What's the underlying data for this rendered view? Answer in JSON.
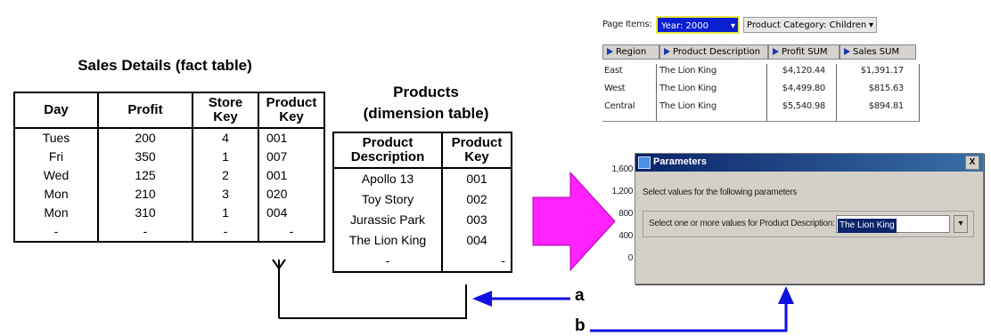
{
  "sales": {
    "title": "Sales Details (fact table)",
    "headers": [
      "Day",
      "Profit",
      "Store Key",
      "Product Key"
    ],
    "rows": [
      [
        "Tues",
        "200",
        "4",
        "001"
      ],
      [
        "Fri",
        "350",
        "1",
        "007"
      ],
      [
        "Wed",
        "125",
        "2",
        "001"
      ],
      [
        "Mon",
        "210",
        "3",
        "020"
      ],
      [
        "Mon",
        "310",
        "1",
        "004"
      ],
      [
        "-",
        "-",
        "-",
        "-"
      ]
    ]
  },
  "products": {
    "title_line1": "Products",
    "title_line2": "(dimension table)",
    "headers": [
      "Product Description",
      "Product Key"
    ],
    "rows": [
      [
        "Apollo 13",
        "001"
      ],
      [
        "Toy Story",
        "002"
      ],
      [
        "Jurassic Park",
        "003"
      ],
      [
        "The Lion King",
        "004"
      ],
      [
        "-",
        "-"
      ]
    ]
  },
  "labels": {
    "a": "a",
    "b": "b"
  },
  "report": {
    "page_items_label": "Page Items:",
    "year_filter": "Year: 2000",
    "category_filter": "Product Category: Children",
    "columns": [
      "Region",
      "Product Description",
      "Profit SUM",
      "Sales SUM"
    ],
    "rows": [
      [
        "East",
        "The Lion King",
        "$4,120.44",
        "$1,391.17"
      ],
      [
        "West",
        "The Lion King",
        "$4,499.80",
        "$815.63"
      ],
      [
        "Central",
        "The Lion King",
        "$5,540.98",
        "$894.81"
      ]
    ],
    "side_values": [
      "1,600",
      "1,200",
      "800",
      "400",
      "0"
    ]
  },
  "dialog": {
    "title": "Parameters",
    "close": "X",
    "instruction": "Select values for the following parameters",
    "prompt": "Select one or more values for Product Description:",
    "value": "The Lion King",
    "dropdown": "▾"
  },
  "colors": {
    "blue_arrow": "#1010e0",
    "magenta_arrow": "#ff22ff",
    "dialog_title": "#0a246a",
    "selection": "#0a246a"
  }
}
